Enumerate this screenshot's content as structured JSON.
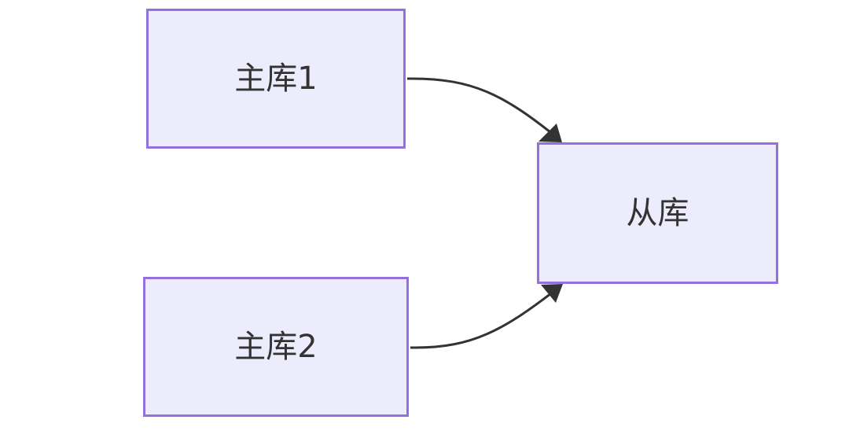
{
  "diagram": {
    "nodes": {
      "master1": "主库1",
      "master2": "主库2",
      "slave": "从库"
    },
    "edges": [
      {
        "from": "master1",
        "to": "slave"
      },
      {
        "from": "master2",
        "to": "slave"
      }
    ],
    "colors": {
      "node_fill": "#ececfd",
      "node_border": "#9370db",
      "edge": "#333333",
      "text": "#333333"
    }
  }
}
